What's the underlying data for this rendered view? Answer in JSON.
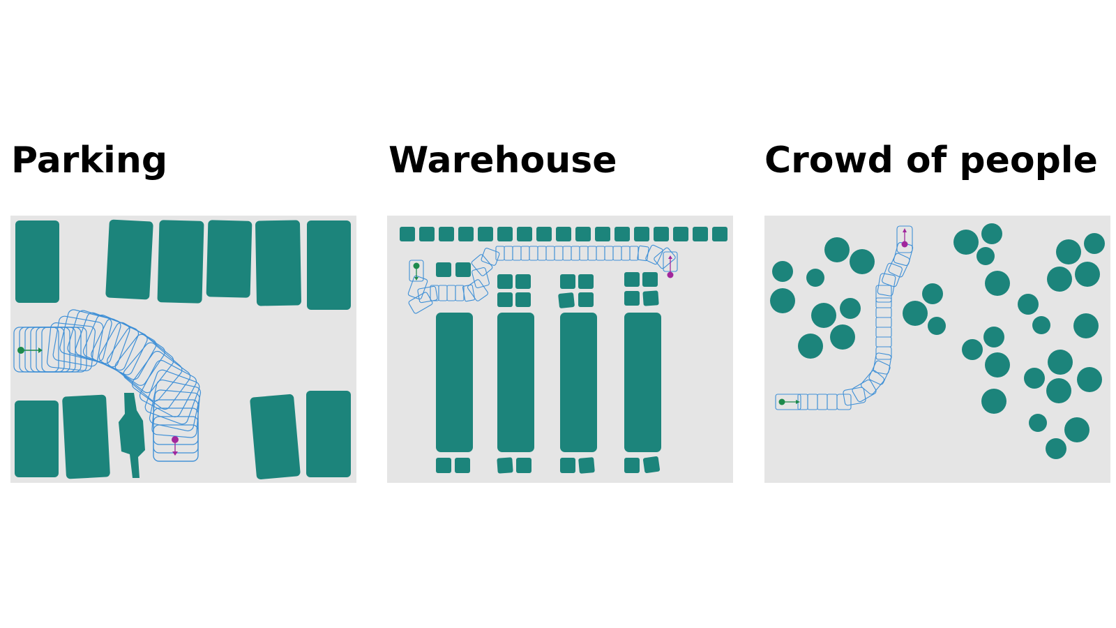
{
  "colors": {
    "background": "#ffffff",
    "canvas": "#e5e5e5",
    "obstacle": "#1c847b",
    "path_outline": "#3e8fd6",
    "start_marker": "#1d8a4c",
    "goal_marker": "#a1279c"
  },
  "panels": [
    {
      "id": "parking",
      "title": "Parking",
      "obstacle_shape": "rounded-rectangle (parked cars)",
      "start_marker": "green-dot-with-arrow",
      "goal_marker": "purple-dot-with-arrow"
    },
    {
      "id": "warehouse",
      "title": "Warehouse",
      "obstacle_shape": "rounded-rectangle (shelves and boxes)",
      "start_marker": "green-dot-with-arrow",
      "goal_marker": "purple-dot-with-arrow"
    },
    {
      "id": "crowd",
      "title": "Crowd of people",
      "obstacle_shape": "circle (people)",
      "start_marker": "green-dot-with-arrow",
      "goal_marker": "purple-dot-with-arrow"
    }
  ]
}
